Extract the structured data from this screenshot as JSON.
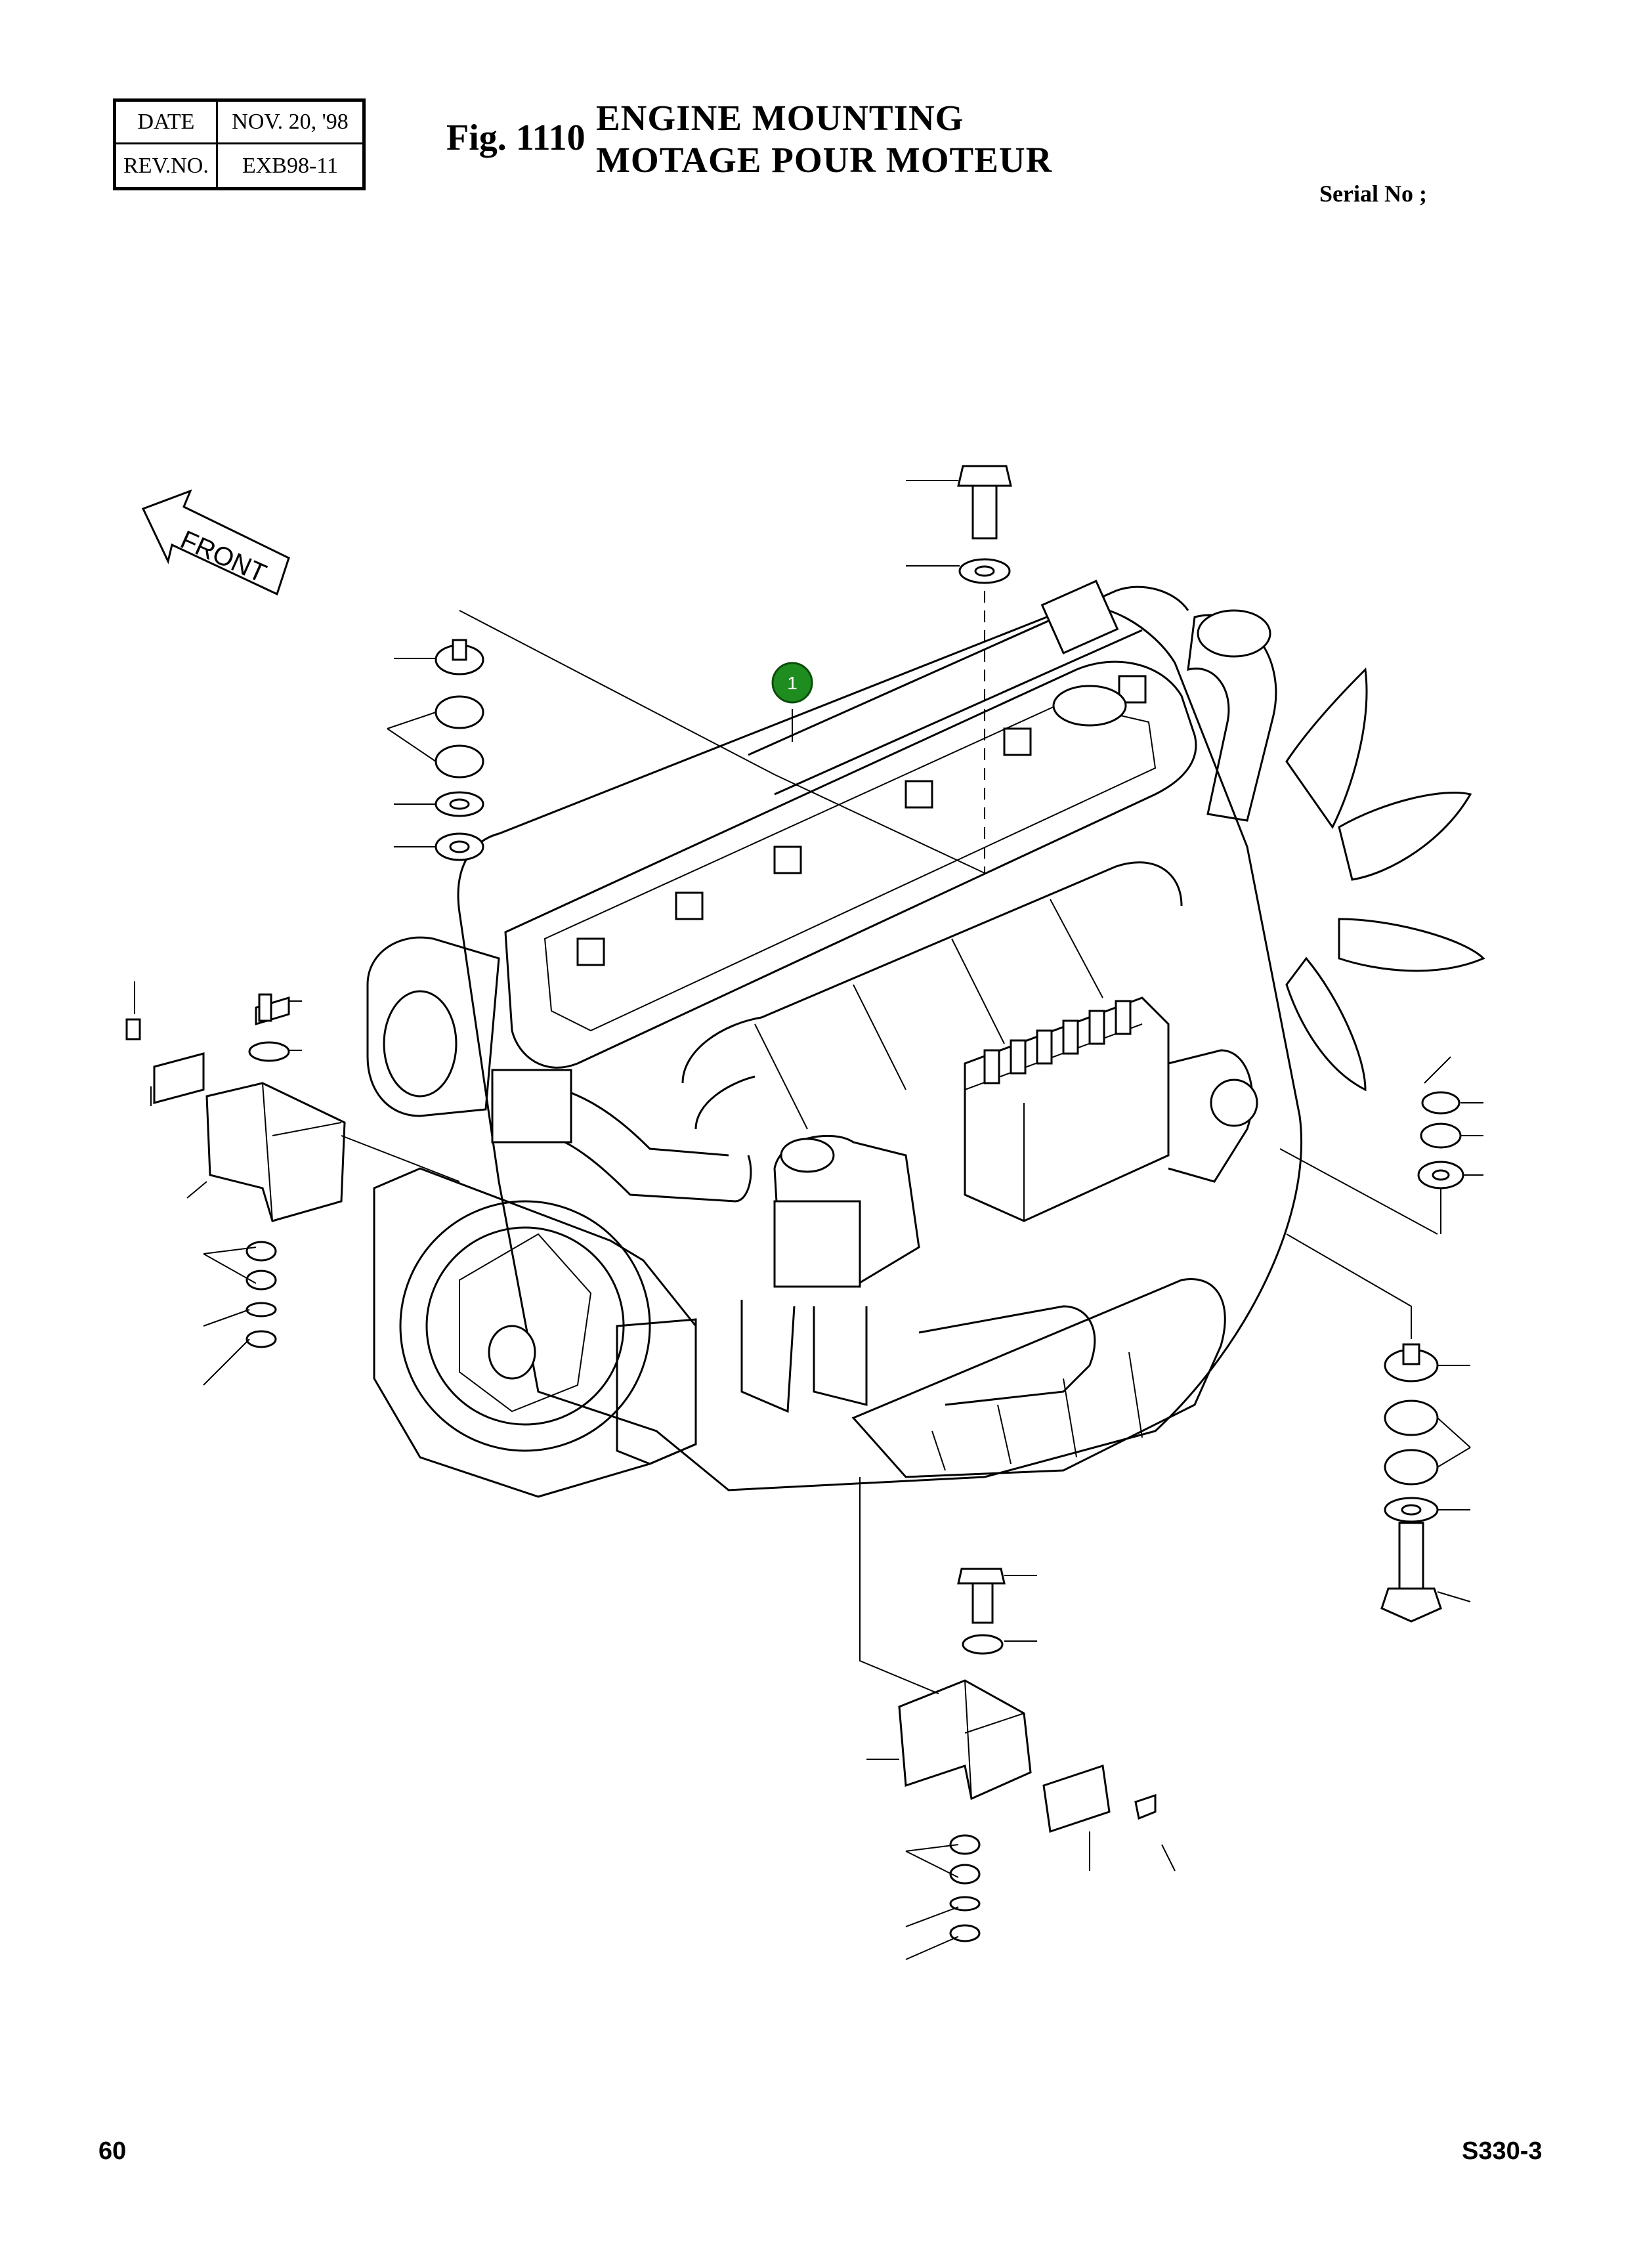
{
  "header": {
    "date_label": "DATE",
    "date_value": "NOV. 20, '98",
    "rev_label": "REV.NO.",
    "rev_value": "EXB98-11",
    "fig_label": "Fig. 1110",
    "title_en": "ENGINE MOUNTING",
    "title_fr": "MOTAGE POUR MOTEUR",
    "serial_label": "Serial No ;"
  },
  "diagram": {
    "front_label": "FRONT",
    "callouts": [
      {
        "number": "1",
        "color": "#1f8c1f"
      }
    ]
  },
  "footer": {
    "page_number": "60",
    "model": "S330-3"
  }
}
